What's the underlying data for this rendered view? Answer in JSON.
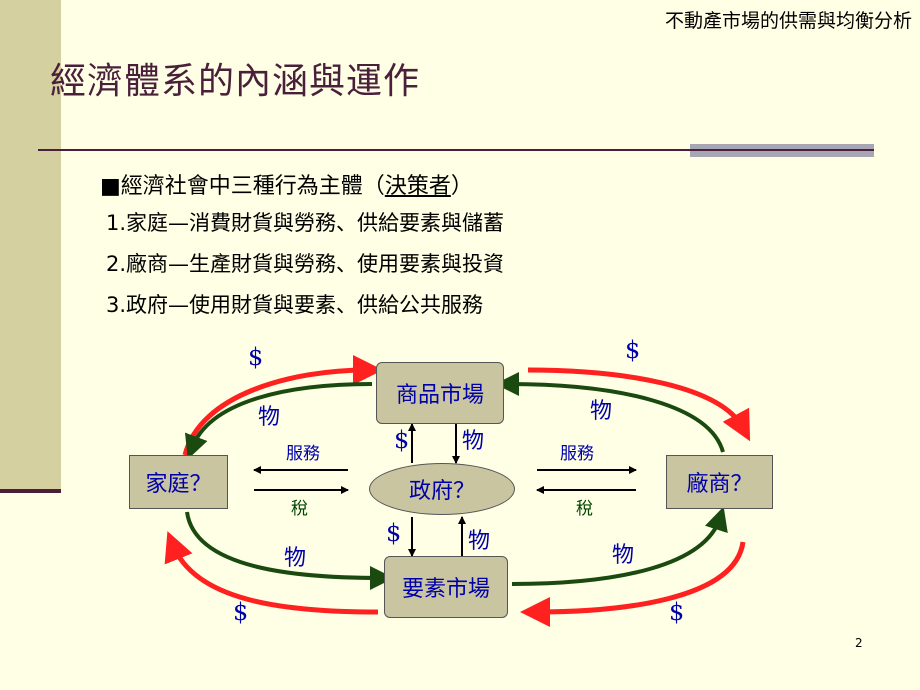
{
  "header": {
    "subject": "不動產市場的供需與均衡分析"
  },
  "title": "經濟體系的內涵與運作",
  "bullet": {
    "marker": "■",
    "lead": "經濟社會中三種行為主體（",
    "underlined": "決策者",
    "tail": "）"
  },
  "items": [
    "1.家庭—消費財貨與勞務、供給要素與儲蓄",
    "2.廠商—生產財貨與勞務、使用要素與投資",
    "3.政府—使用財貨與要素、供給公共服務"
  ],
  "diagram": {
    "goods_market": "商品市場",
    "factor_market": "要素市場",
    "household": "家庭？",
    "firm": "廠商？",
    "government": "政府？",
    "money": "$",
    "goods": "物",
    "services": "服務",
    "tax": "稅"
  },
  "colors": {
    "money_flow": "#FF2020",
    "goods_flow": "#1A4A10",
    "accent": "#4A1F3A"
  },
  "page_number": "2"
}
